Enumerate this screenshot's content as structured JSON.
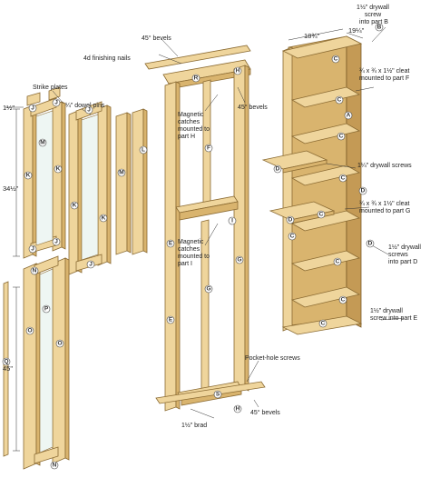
{
  "dimensions": {
    "door_height": "34½\"",
    "door_stile_thickness": "1½\"",
    "lower_panel_height": "45\"",
    "shelf_unit_width": "18¾\"",
    "shelf_unit_depth": "19¼\""
  },
  "callouts": {
    "strike_plates": "Strike plates",
    "dowel_pins": "¼\" dowel pins",
    "finishing_nails": "4d finishing nails",
    "bevels_top": "45° bevels",
    "bevels_right": "45° bevels",
    "bevels_bottom": "45° bevels",
    "magnetic_catches_h": [
      "Magnetic",
      "catches",
      "mounted to",
      "part H"
    ],
    "magnetic_catches_i": [
      "Magnetic",
      "catches",
      "mounted to",
      "part I"
    ],
    "pocket_hole_screws": "Pocket-hole screws",
    "brad": "1½\" brad",
    "drywall_screw_b": [
      "1½\" drywall",
      "screw",
      "into part B"
    ],
    "cleat_f": [
      "¾ x ¾ x 1½\" cleat",
      "mounted to part F"
    ],
    "drywall_screws_1_4": "1¼\" drywall screws",
    "cleat_g": [
      "¾ x ¾ x 1½\" cleat",
      "mounted to part G"
    ],
    "drywall_screws_d": [
      "1½\" drywall",
      "screws",
      "into part D"
    ],
    "drywall_screw_e": [
      "1½\" drywall",
      "screw into part E"
    ]
  },
  "part_letters": {
    "left_door": [
      "J",
      "J",
      "K",
      "K",
      "M",
      "J",
      "J"
    ],
    "mid_door": [
      "J",
      "K",
      "K",
      "J"
    ],
    "side_panel": [
      "M",
      "L"
    ],
    "lower_door": [
      "N",
      "O",
      "P",
      "Q",
      "O",
      "N"
    ],
    "frame": [
      "H",
      "R",
      "F",
      "I",
      "E",
      "G",
      "E",
      "G",
      "H",
      "S"
    ],
    "shelf_unit": [
      "B",
      "C",
      "C",
      "A",
      "C",
      "D",
      "D",
      "C",
      "C",
      "C",
      "D",
      "C",
      "D",
      "C",
      "C"
    ]
  }
}
